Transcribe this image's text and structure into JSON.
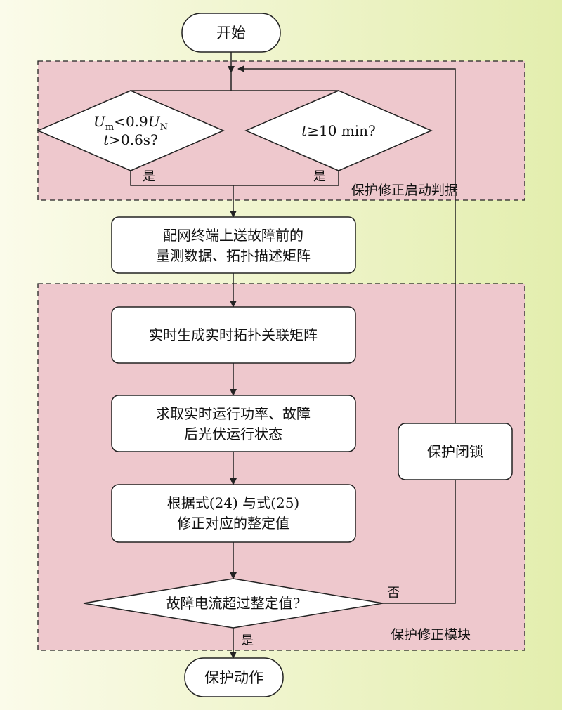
{
  "colors": {
    "bg_left": "#fbfbea",
    "bg_right": "#e3eeae",
    "region_fill": "#eec8cd",
    "box_fill": "#ffffff",
    "stroke": "#222222"
  },
  "nodes": {
    "start": "开始",
    "decision_left": {
      "line1_var": "U",
      "line1_sub": "m",
      "line1_mid": "<0.9",
      "line1_var2": "U",
      "line1_sub2": "N",
      "line2_var": "t",
      "line2_rest": ">0.6s?"
    },
    "decision_right": {
      "var": "t",
      "rest": "≥10 min?"
    },
    "yes_left": "是",
    "yes_right": "是",
    "region_top_label": "保护修正启动判据",
    "upload": {
      "line1": "配网终端上送故障前的",
      "line2": "量测数据、拓扑描述矩阵"
    },
    "gen_matrix": "实时生成实时拓扑关联矩阵",
    "compute": {
      "line1": "求取实时运行功率、故障",
      "line2": "后光伏运行状态"
    },
    "correct": {
      "line1": "根据式(24) 与式(25)",
      "line2": "修正对应的整定值"
    },
    "lock": "保护闭锁",
    "decision_current": "故障电流超过整定值?",
    "no_label": "否",
    "yes_bottom": "是",
    "region_bottom_label": "保护修正模块",
    "end": "保护动作"
  }
}
